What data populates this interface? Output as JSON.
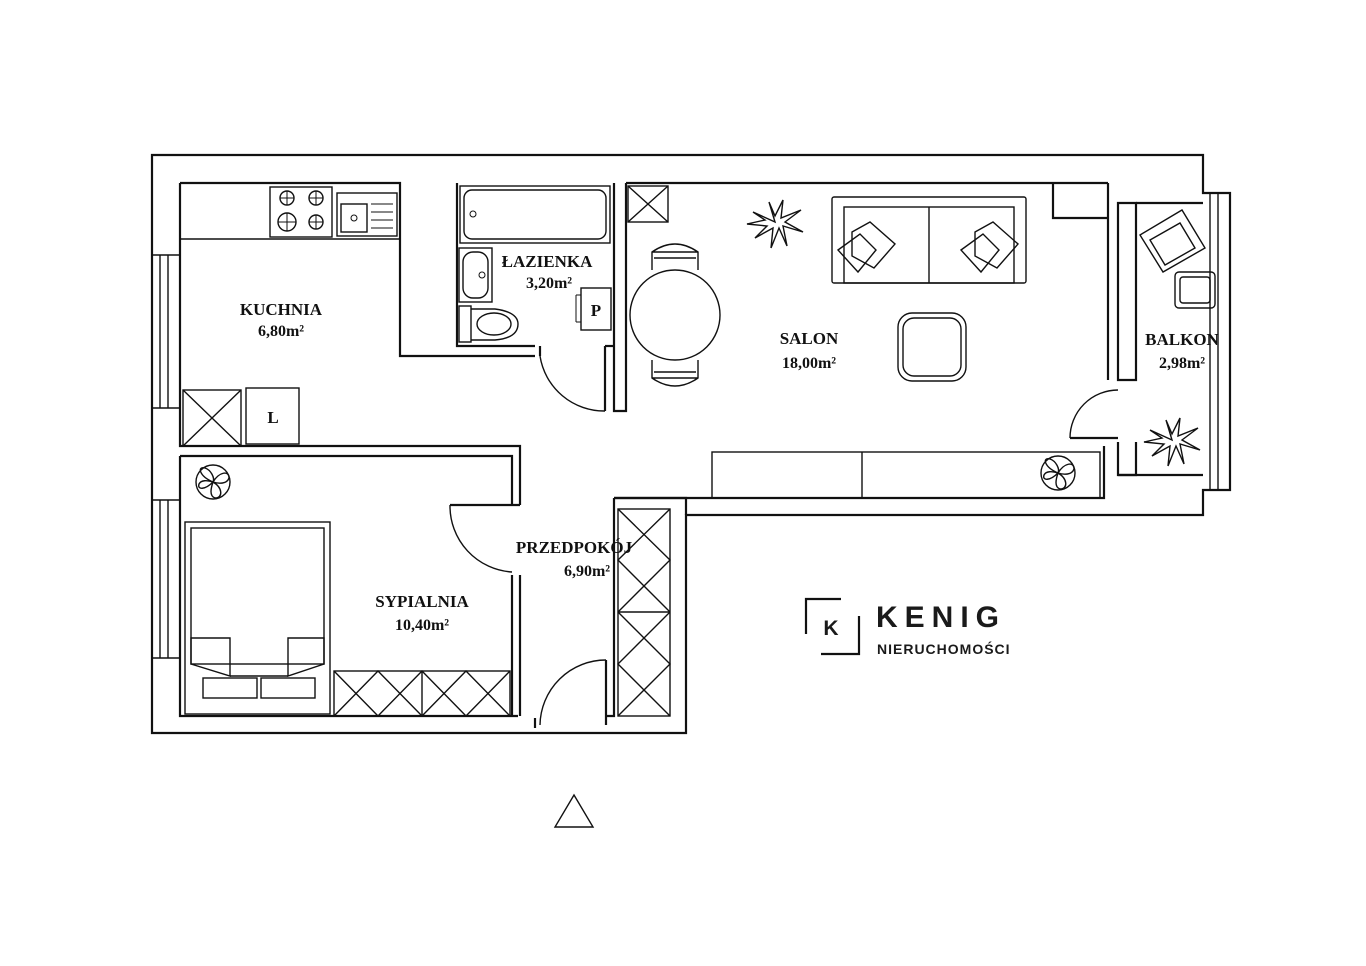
{
  "rooms": {
    "kitchen": {
      "name": "KUCHNIA",
      "area": "6,80m²"
    },
    "bathroom": {
      "name": "ŁAZIENKA",
      "area": "3,20m²"
    },
    "living": {
      "name": "SALON",
      "area": "18,00m²"
    },
    "balcony": {
      "name": "BALKON",
      "area": "2,98m²"
    },
    "bedroom": {
      "name": "SYPIALNIA",
      "area": "10,40m²"
    },
    "hall": {
      "name": "PRZEDPOKÓJ",
      "area": "6,90m²"
    }
  },
  "markers": {
    "laundry": "L",
    "washer": "P"
  },
  "logo": {
    "letter": "K",
    "name": "KENIG",
    "subtitle": "NIERUCHOMOŚCI"
  },
  "icons": {
    "north": "triangle-icon",
    "plant": "plant-icon"
  },
  "colors": {
    "line": "#111111",
    "background": "#ffffff"
  }
}
